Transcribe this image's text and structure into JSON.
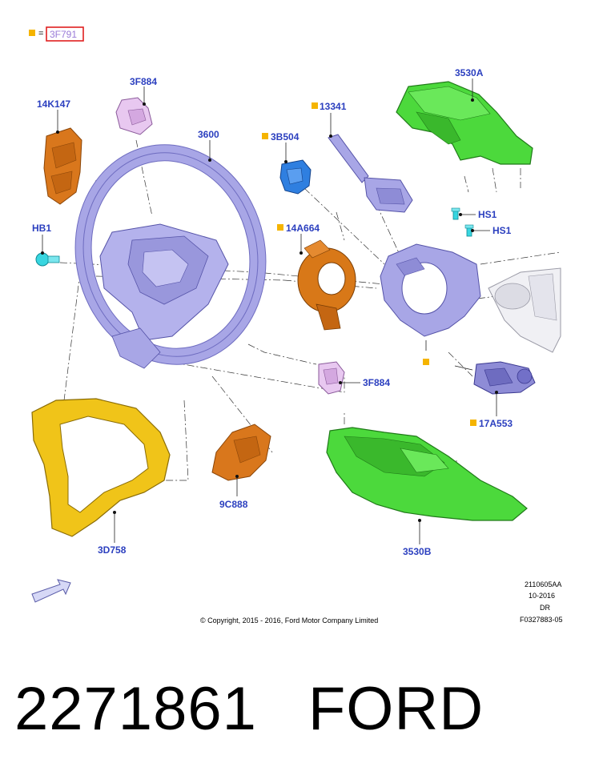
{
  "legend": {
    "equals": "=",
    "code": "3F791"
  },
  "labels": {
    "p14K147": "14K147",
    "p3F884_top": "3F884",
    "p3600": "3600",
    "p3B504": "3B504",
    "p13341": "13341",
    "p3530A": "3530A",
    "pHS1_a": "HS1",
    "pHS1_b": "HS1",
    "pHB1": "HB1",
    "p14A664": "14A664",
    "p3F884_bottom": "3F884",
    "p17A553": "17A553",
    "p3D758": "3D758",
    "p9C888": "9C888",
    "p3530B": "3530B"
  },
  "meta": {
    "copyright": "© Copyright, 2015 - 2016, Ford Motor Company Limited",
    "ref_code": "2110605AA",
    "date": "10-2016",
    "dr": "DR",
    "figure_id": "F0327883-05"
  },
  "footer": {
    "part_number": "2271861",
    "brand": "FORD"
  },
  "colors": {
    "label_blue": "#2b3fbf",
    "key_yellow": "#f5b400",
    "steering_wheel": "#a8a6e6",
    "orange_part": "#d9771c",
    "green_shroud": "#4cd93c",
    "yellow_trim": "#f0c419",
    "blue_switch": "#2f7fe0",
    "cyan_bolt": "#38d6e0",
    "clock_spring_orange": "#d87818"
  }
}
